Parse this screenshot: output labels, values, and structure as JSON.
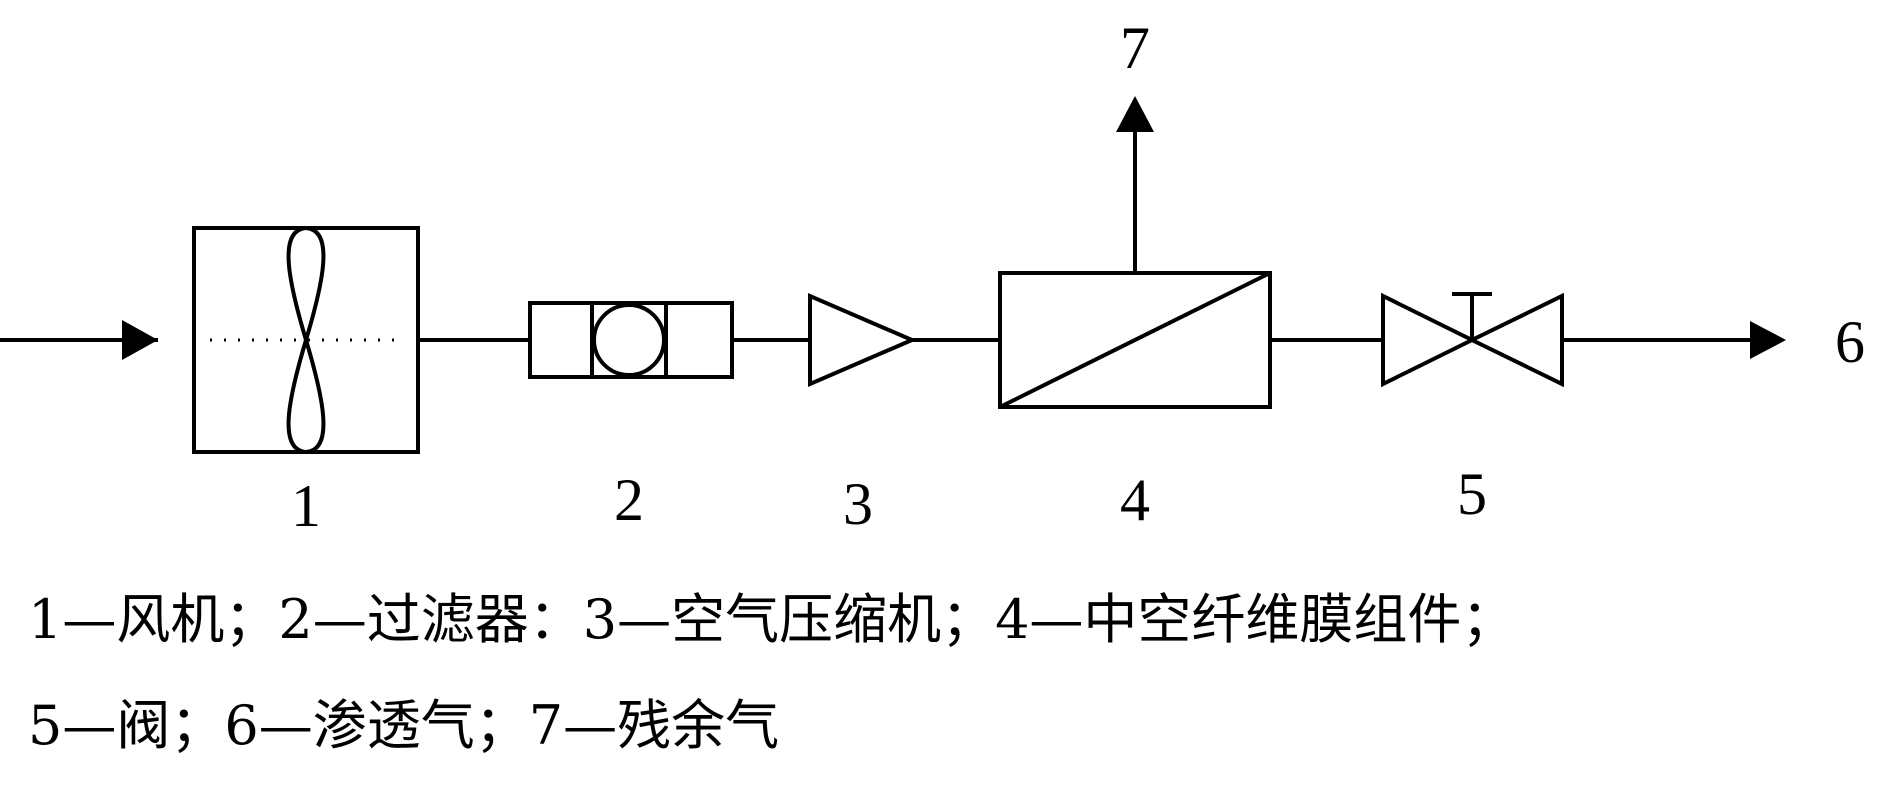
{
  "labels": {
    "fan": "1",
    "filter": "2",
    "compressor": "3",
    "membrane": "4",
    "valve": "5",
    "permeate": "6",
    "retentate": "7"
  },
  "caption": {
    "line1": "1—风机；2—过滤器：3—空气压缩机；4—中空纤维膜组件；",
    "line2": "5—阀；6—渗透气；7—残余气"
  },
  "colors": {
    "stroke": "#000000",
    "background": "#ffffff"
  }
}
